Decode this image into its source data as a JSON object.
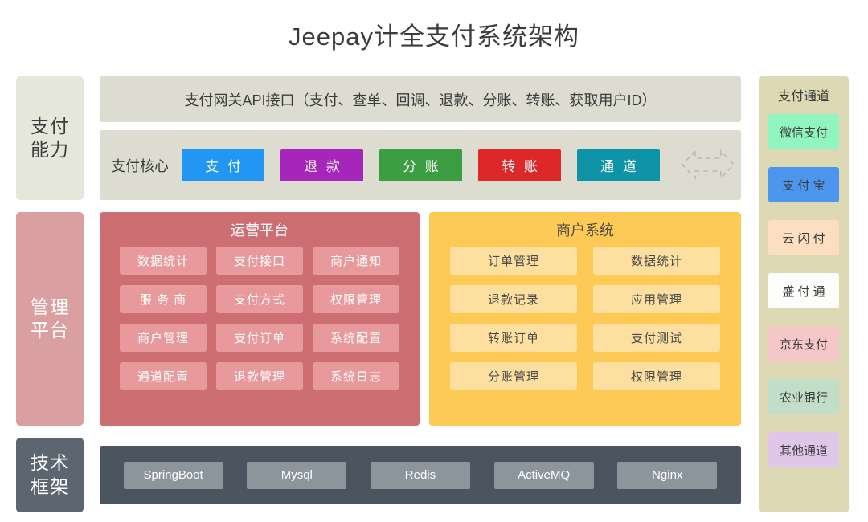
{
  "title": "Jeepay计全支付系统架构",
  "side_labels": [
    {
      "id": "capability",
      "label": "支付\n能力"
    },
    {
      "id": "manage",
      "label": "管理\n平台"
    },
    {
      "id": "tech",
      "label": "技术\n框架"
    }
  ],
  "capability": {
    "gateway_text": "支付网关API接口（支付、查单、回调、退款、分账、转账、获取用户ID）",
    "core_label": "支付核心",
    "core_chips": [
      {
        "label": "支 付",
        "color": "#2196f3"
      },
      {
        "label": "退 款",
        "color": "#a626bb"
      },
      {
        "label": "分 账",
        "color": "#3b9e43"
      },
      {
        "label": "转 账",
        "color": "#dc2828"
      },
      {
        "label": "通 道",
        "color": "#0f93a6"
      }
    ],
    "connector_icon": "bidirectional-arrow-icon"
  },
  "ops_platform": {
    "title": "运营平台",
    "items": [
      "数据统计",
      "支付接口",
      "商户通知",
      "服 务 商",
      "支付方式",
      "权限管理",
      "商户管理",
      "支付订单",
      "系统配置",
      "通道配置",
      "退款管理",
      "系统日志"
    ]
  },
  "merchant_system": {
    "title": "商户系统",
    "items": [
      "订单管理",
      "数据统计",
      "退款记录",
      "应用管理",
      "转账订单",
      "支付测试",
      "分账管理",
      "权限管理"
    ]
  },
  "tech_framework": {
    "items": [
      "SpringBoot",
      "Mysql",
      "Redis",
      "ActiveMQ",
      "Nginx"
    ]
  },
  "channels": {
    "title": "支付通道",
    "items": [
      {
        "label": "微信支付",
        "color": "#91f5c0"
      },
      {
        "label": "支 付 宝",
        "color": "#4d96ee"
      },
      {
        "label": "云 闪 付",
        "color": "#fbdfc0"
      },
      {
        "label": "盛 付 通",
        "color": "#fdfdfb"
      },
      {
        "label": "京东支付",
        "color": "#f6c7c9"
      },
      {
        "label": "农业银行",
        "color": "#c2ddc8"
      },
      {
        "label": "其他通道",
        "color": "#e0c6e8"
      }
    ]
  },
  "colors": {
    "panel_ops_bg": "#cd6e72",
    "panel_ops_cell": "#e8999c",
    "panel_mch_bg": "#fcca55",
    "panel_mch_cell": "#fde0a0",
    "capability_bg": "#dcdcd0",
    "tech_bg": "#4b5560",
    "tech_cell": "#8c949c",
    "channels_bg": "#ddd9b4",
    "side_capability": "#e5e7da",
    "side_manage": "#d99fa1",
    "side_tech": "#5b6670"
  }
}
